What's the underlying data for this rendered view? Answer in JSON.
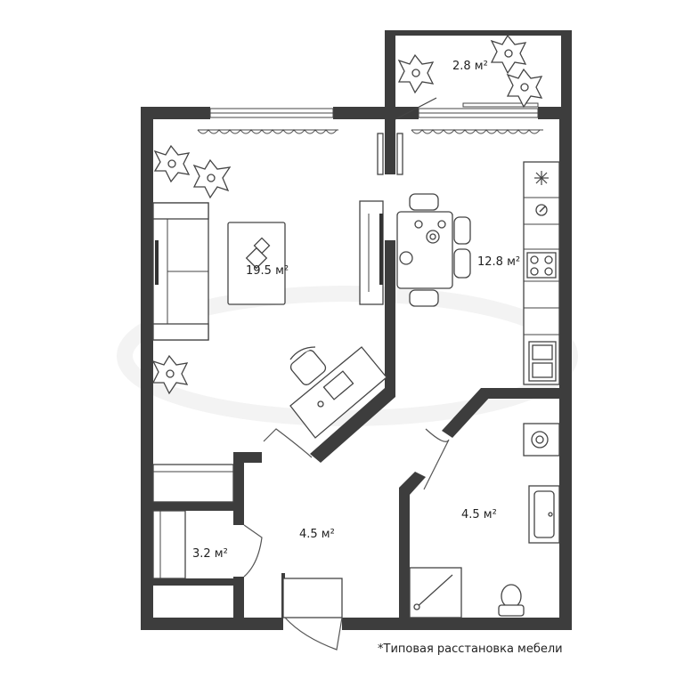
{
  "rooms": {
    "balcony": {
      "area": "2.8 м²"
    },
    "kitchen": {
      "area": "12.8 м²"
    },
    "living_room": {
      "area": "19.5 м²"
    },
    "hall": {
      "area": "4.5 м²"
    },
    "bathroom": {
      "area": "4.5 м²"
    },
    "storage": {
      "area": "3.2 м²"
    }
  },
  "footnote": "*Типовая расстановка мебели",
  "colors": {
    "wall": "#3d3d3d",
    "line": "#444444",
    "background": "#ffffff"
  },
  "icons": [
    "plant-icon",
    "snowflake-icon",
    "stove-icon",
    "sink-icon",
    "toilet-icon",
    "shower-icon",
    "washing-machine-icon"
  ]
}
